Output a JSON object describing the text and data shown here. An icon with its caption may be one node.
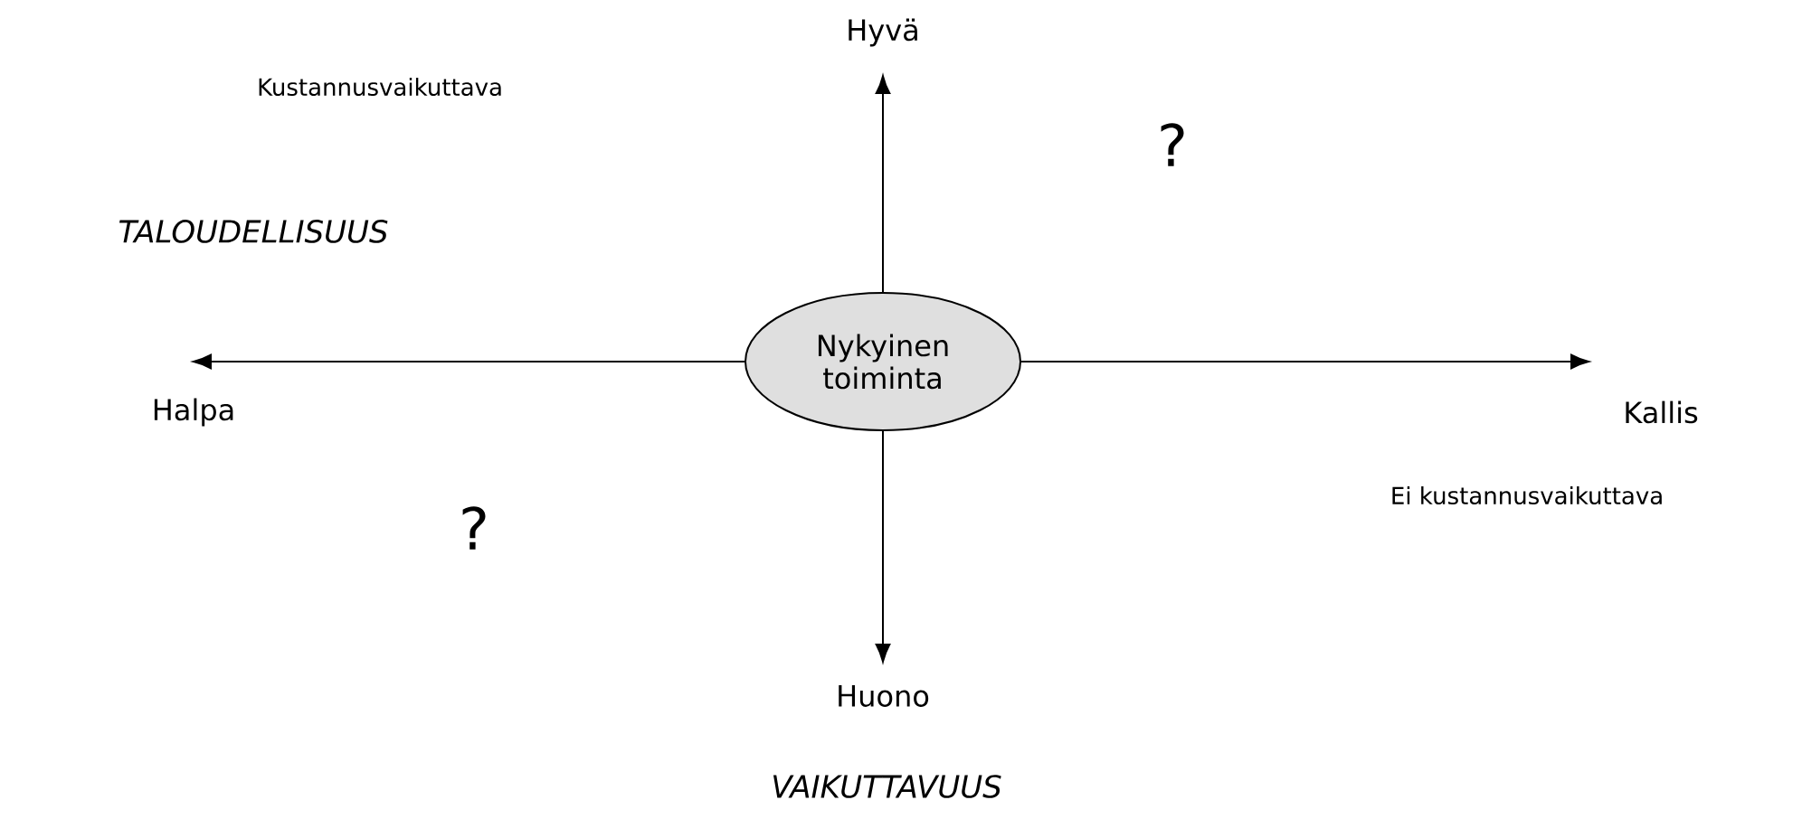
{
  "diagram": {
    "nodes": [
      {
        "text": [
          "Nykyinen toiminta"
        ]
      },
      {
        "text": [
          "Hyvä"
        ]
      },
      {
        "text": [
          "Halpa"
        ]
      },
      {
        "text": [
          "Kallis"
        ]
      },
      {
        "text": [
          "Huono"
        ]
      }
    ],
    "edges": [
      {
        "from": 0,
        "to": 1,
        "arrow": "to"
      },
      {
        "from": 0,
        "to": 2,
        "arrow": "to"
      },
      {
        "from": 0,
        "to": 3,
        "arrow": "to"
      },
      {
        "from": 0,
        "to": 4,
        "arrow": "to"
      }
    ],
    "labels": [
      "Kustannusvaikuttava",
      "?",
      "TALOUDELLISUUS",
      "?",
      "Ei kustannusvaikuttava",
      "VAIKUTTAVUUS"
    ]
  }
}
